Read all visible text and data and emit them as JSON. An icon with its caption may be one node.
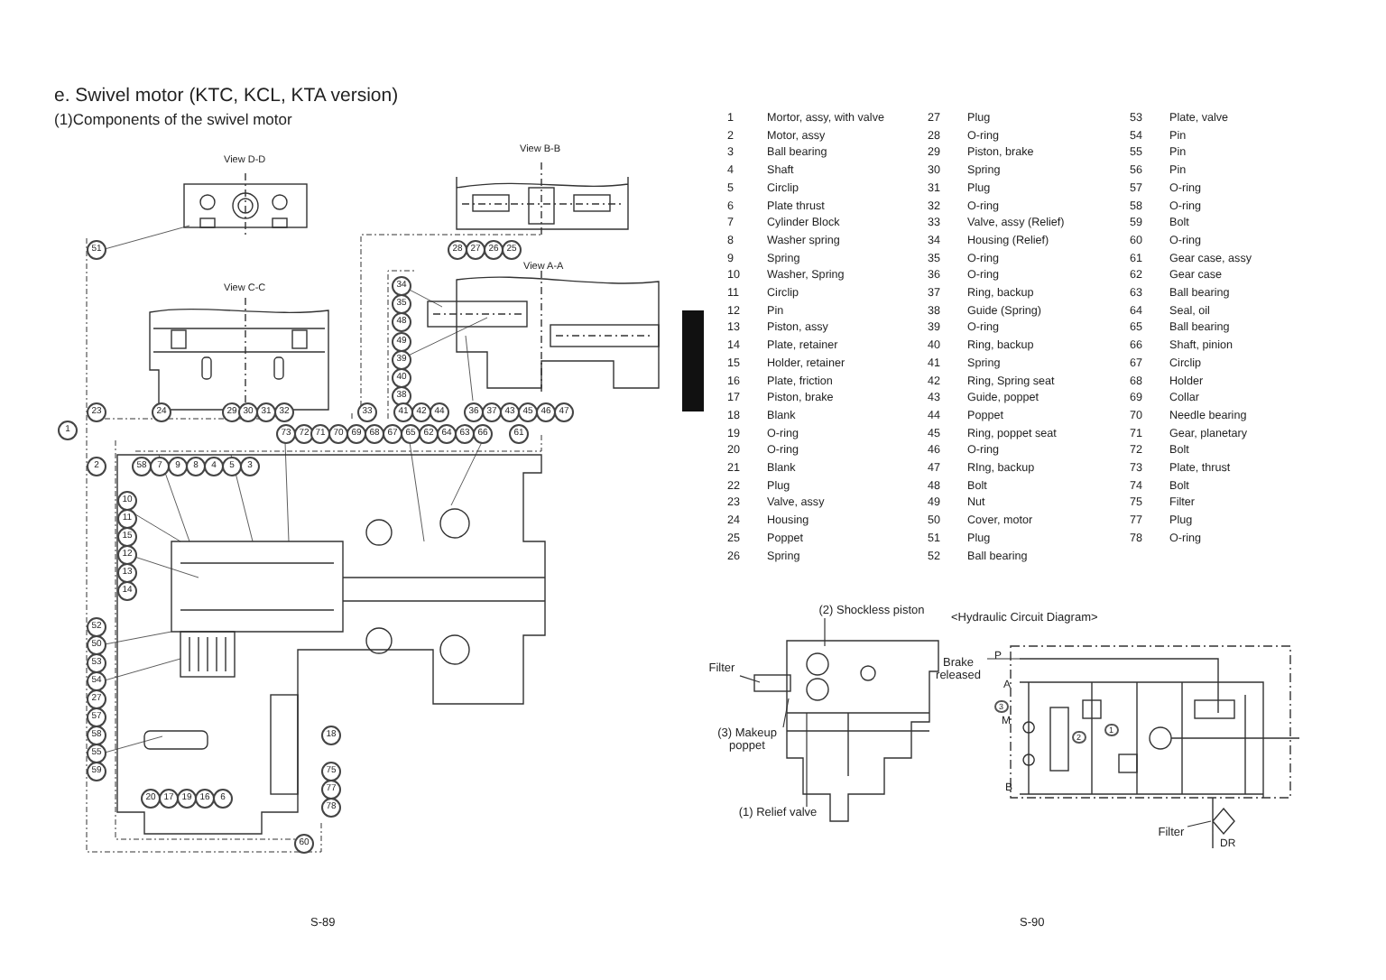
{
  "diagram": {
    "title": "e. Swivel motor (KTC, KCL, KTA version)",
    "nodes": [
      {
        "text": [
          "(2) Shockless piston"
        ]
      },
      {
        "text": [
          "Filter"
        ]
      },
      {
        "text": [
          "Brake released"
        ]
      },
      {
        "text": [
          "(3) Makeup poppet"
        ]
      },
      {
        "text": [
          "(1) Relief valve"
        ]
      },
      {
        "text": [
          "Filter"
        ]
      },
      {
        "text": [],
        "shape": "picture"
      },
      {
        "text": [],
        "shape": "picture"
      }
    ],
    "edges": [
      {
        "from": 0,
        "to": 6,
        "arrow": "none"
      },
      {
        "from": 1,
        "to": 6,
        "arrow": "none"
      },
      {
        "from": 2,
        "to": 7,
        "arrow": "none"
      },
      {
        "from": 3,
        "to": 6,
        "arrow": "none"
      },
      {
        "from": 4,
        "to": 6,
        "arrow": "none"
      },
      {
        "from": 5,
        "to": 7,
        "arrow": "none"
      }
    ],
    "labels": [
      "(1)Components of the swivel motor",
      "View D-D",
      "View B-B",
      "View A-A",
      "View C-C",
      "51",
      "28",
      "27",
      "26",
      "25",
      "34",
      "35",
      "48",
      "49",
      "39",
      "40",
      "38",
      "23",
      "24",
      "29",
      "30",
      "31",
      "32",
      "33",
      "41",
      "42",
      "44",
      "36",
      "37",
      "43",
      "45",
      "46",
      "47",
      "1",
      "73",
      "72",
      "71",
      "70",
      "69",
      "68",
      "67",
      "65",
      "62",
      "64",
      "63",
      "66",
      "61",
      "2",
      "58",
      "7",
      "9",
      "8",
      "4",
      "5",
      "3",
      "10",
      "11",
      "15",
      "12",
      "13",
      "14",
      "52",
      "50",
      "53",
      "54",
      "27",
      "57",
      "58",
      "55",
      "59",
      "18",
      "75",
      "77",
      "78",
      "20",
      "17",
      "19",
      "16",
      "6",
      "60",
      "1",
      "Mortor, assy, with valve",
      "27",
      "Plug",
      "53",
      "Plate, valve",
      "2",
      "Motor, assy",
      "28",
      "O-ring",
      "54",
      "Pin",
      "3",
      "Ball bearing",
      "29",
      "Piston, brake",
      "55",
      "Pin",
      "4",
      "Shaft",
      "30",
      "Spring",
      "56",
      "Pin",
      "5",
      "Circlip",
      "31",
      "Plug",
      "57",
      "O-ring",
      "6",
      "Plate thrust",
      "32",
      "O-ring",
      "58",
      "O-ring",
      "7",
      "Cylinder Block",
      "33",
      "Valve, assy (Relief)",
      "59",
      "Bolt",
      "8",
      "Washer spring",
      "34",
      "Housing (Relief)",
      "60",
      "O-ring",
      "9",
      "Spring",
      "35",
      "O-ring",
      "61",
      "Gear case, assy",
      "10",
      "Washer, Spring",
      "36",
      "O-ring",
      "62",
      "Gear case",
      "11",
      "Circlip",
      "37",
      "Ring, backup",
      "63",
      "Ball bearing",
      "12",
      "Pin",
      "38",
      "Guide (Spring)",
      "64",
      "Seal, oil",
      "13",
      "Piston, assy",
      "39",
      "O-ring",
      "65",
      "Ball bearing",
      "14",
      "Plate, retainer",
      "40",
      "Ring, backup",
      "66",
      "Shaft, pinion",
      "15",
      "Holder, retainer",
      "41",
      "Spring",
      "67",
      "Circlip",
      "16",
      "Plate, friction",
      "42",
      "Ring, Spring seat",
      "68",
      "Holder",
      "17",
      "Piston, brake",
      "43",
      "Guide, poppet",
      "69",
      "Collar",
      "18",
      "Blank",
      "44",
      "Poppet",
      "70",
      "Needle bearing",
      "19",
      "O-ring",
      "45",
      "Ring, poppet seat",
      "71",
      "Gear, planetary",
      "20",
      "O-ring",
      "46",
      "O-ring",
      "72",
      "Bolt",
      "21",
      "Blank",
      "47",
      "RIng, backup",
      "73",
      "Plate, thrust",
      "22",
      "Plug",
      "48",
      "Bolt",
      "74",
      "Bolt",
      "23",
      "Valve, assy",
      "49",
      "Nut",
      "75",
      "Filter",
      "24",
      "Housing",
      "50",
      "Cover, motor",
      "77",
      "Plug",
      "25",
      "Poppet",
      "51",
      "Plug",
      "78",
      "O-ring",
      "26",
      "Spring",
      "52",
      "Ball bearing",
      "<Hydraulic Circuit Diagram>",
      "P",
      "A",
      "3",
      "M",
      "2",
      "1",
      "B",
      "DR",
      "S-89",
      "S-90"
    ]
  }
}
